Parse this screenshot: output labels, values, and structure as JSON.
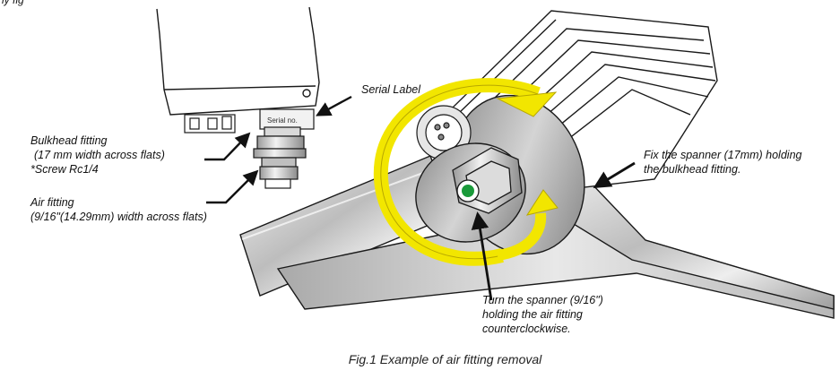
{
  "header": {
    "fragment": "ly fig"
  },
  "labels": {
    "serial_label": "Serial Label",
    "serial_plate_text": "Serial no.",
    "bulkhead": {
      "line1": "Bulkhead fitting",
      "line2": "(17 mm width across flats)",
      "line3": "*Screw Rc1/4"
    },
    "air_fitting": {
      "line1": "Air fitting",
      "line2": "(9/16\"(14.29mm) width across flats)"
    },
    "fix_spanner": {
      "line1": "Fix the spanner (17mm) holding",
      "line2": "the bulkhead fitting."
    },
    "turn_spanner": {
      "line1": "Turn the spanner (9/16\")",
      "line2": "holding the air fitting",
      "line3": "counterclockwise."
    }
  },
  "caption": "Fig.1 Example of air fitting removal",
  "colors": {
    "rotation_arrow": "#f2e600",
    "arrow_outline": "#b8a800",
    "fitting_dot": "#1a9a3a",
    "outline": "#1a1a1a",
    "spanner_shade": "#cfcfcf"
  }
}
